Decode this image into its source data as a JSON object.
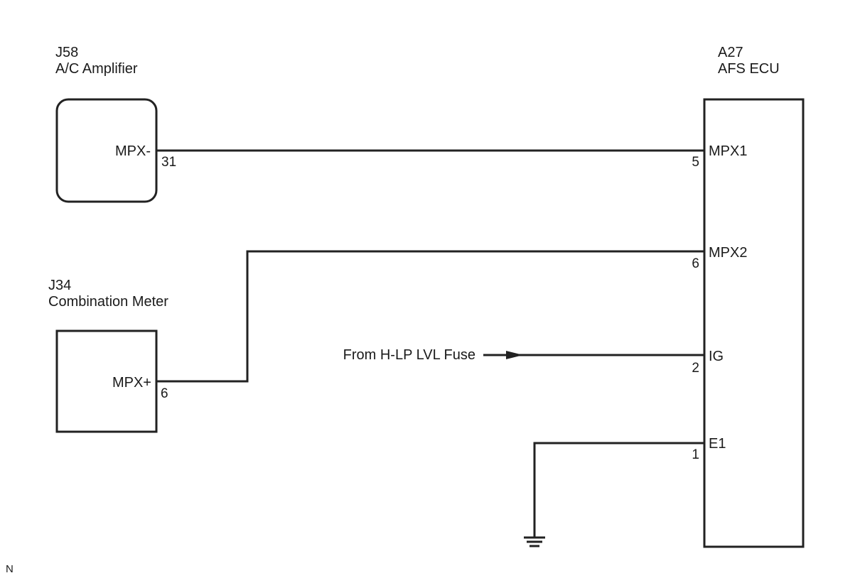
{
  "components": {
    "ac_amplifier": {
      "code": "J58",
      "name": "A/C Amplifier",
      "pin_label": "MPX-",
      "pin_number": "31"
    },
    "combination_meter": {
      "code": "J34",
      "name": "Combination Meter",
      "pin_label": "MPX+",
      "pin_number": "6"
    },
    "afs_ecu": {
      "code": "A27",
      "name": "AFS ECU",
      "pins": [
        {
          "label": "MPX1",
          "number": "5"
        },
        {
          "label": "MPX2",
          "number": "6"
        },
        {
          "label": "IG",
          "number": "2"
        },
        {
          "label": "E1",
          "number": "1"
        }
      ]
    }
  },
  "source_label": "From H-LP LVL Fuse",
  "corner_mark": "N"
}
